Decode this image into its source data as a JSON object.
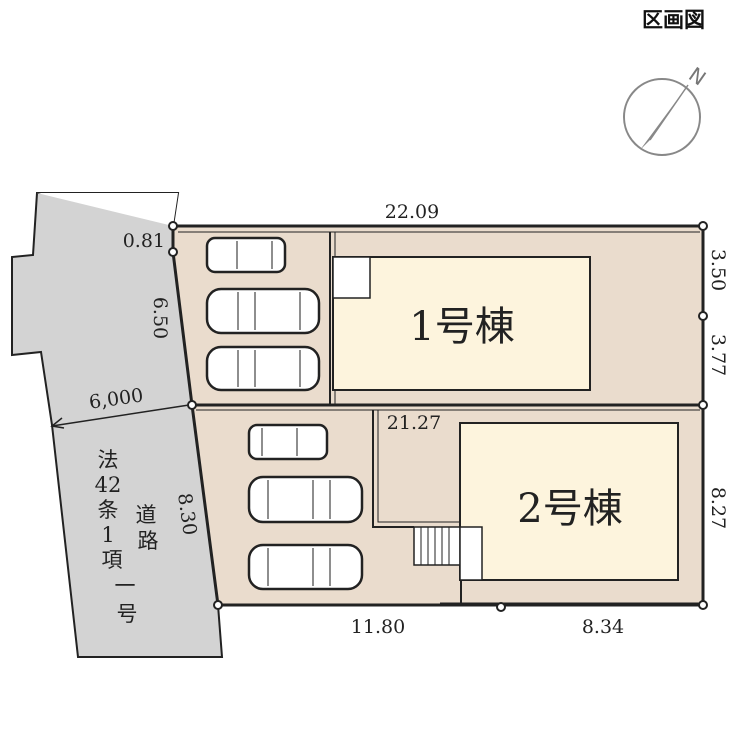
{
  "title": "区画図",
  "compass": {
    "label": "N"
  },
  "buildings": {
    "b1": "1号棟",
    "b2": "2号棟"
  },
  "dimensions": {
    "top": "22.09",
    "left_top": "0.81",
    "left_1": "6.50",
    "road_width": "6,000",
    "right_1a": "3.50",
    "right_1b": "3.77",
    "inner": "21.27",
    "right_2": "8.27",
    "left_2": "8.30",
    "bottom_left": "11.80",
    "bottom_right": "8.34"
  },
  "road": {
    "col1": [
      "法",
      "42",
      "条",
      "1",
      "項",
      "一",
      "号"
    ],
    "col2": [
      "道",
      "路"
    ]
  },
  "colors": {
    "road": "#d3d3d3",
    "lot": "#eadccd",
    "building": "#fdf4dd"
  }
}
